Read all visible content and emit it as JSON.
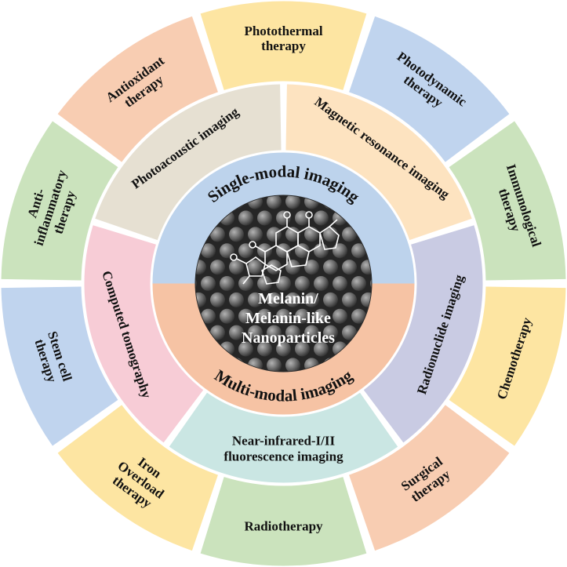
{
  "center": {
    "lines": [
      "Melanin/",
      "Melanin-like",
      "Nanoparticles"
    ]
  },
  "inner_ring": [
    {
      "label": "Single-modal imaging",
      "color": "#bdd3ec"
    },
    {
      "label": "Multi-modal imaging",
      "color": "#f6c3a4"
    }
  ],
  "middle_ring": [
    {
      "lines": [
        "Magnetic resonance imaging"
      ],
      "color": "#fde3c0"
    },
    {
      "lines": [
        "Radionuclide imaging"
      ],
      "color": "#c9cbe3"
    },
    {
      "lines": [
        "Near-infrared-I/II",
        "fluorescence imaging"
      ],
      "color": "#cae6e3"
    },
    {
      "lines": [
        "Computed tomography"
      ],
      "color": "#f7ccd6"
    },
    {
      "lines": [
        "Photoacoustic imaging"
      ],
      "color": "#e6e0d2"
    }
  ],
  "outer_ring": [
    {
      "lines": [
        "Photothermal",
        "therapy"
      ],
      "color": "#fde5a2"
    },
    {
      "lines": [
        "Photodynamic",
        "therapy"
      ],
      "color": "#c0d4ee"
    },
    {
      "lines": [
        "Immunological",
        "therapy"
      ],
      "color": "#cbe3bd"
    },
    {
      "lines": [
        "Chemotherapy"
      ],
      "color": "#fde5a2"
    },
    {
      "lines": [
        "Surgical",
        "therapy"
      ],
      "color": "#f8cdb2"
    },
    {
      "lines": [
        "Radiotherapy"
      ],
      "color": "#cbe3bd"
    },
    {
      "lines": [
        "Iron",
        "Overload",
        "therapy"
      ],
      "color": "#fde5a2"
    },
    {
      "lines": [
        "Stem cell",
        "therapy"
      ],
      "color": "#c0d4ee"
    },
    {
      "lines": [
        "Anti-",
        "inflammatory",
        "therapy"
      ],
      "color": "#cbe3bd"
    },
    {
      "lines": [
        "Antioxidant",
        "therapy"
      ],
      "color": "#f8cdb2"
    }
  ]
}
